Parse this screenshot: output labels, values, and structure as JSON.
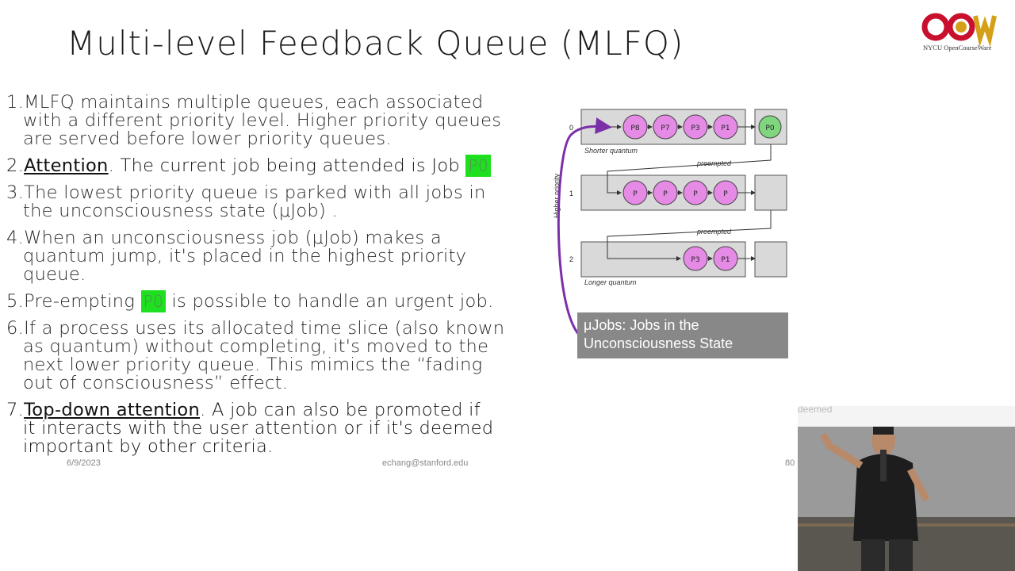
{
  "slide": {
    "title": "Multi-level Feedback Queue (MLFQ)",
    "logo_text": "NYCU OpenCourseWare",
    "points": [
      {
        "num": "1.",
        "line1": "MLFQ maintains multiple queues, each associated",
        "line2": "with a different priority level. Higher priority queues",
        "line3": "are served before lower priority queues."
      },
      {
        "num": "2.",
        "label": "Attention",
        "rest": ". The current job being attended is Job ",
        "badge": "P0"
      },
      {
        "num": "3.",
        "line1": "The lowest priority queue is parked with all jobs in",
        "line2": "the unconsciousness state (μJob) ."
      },
      {
        "num": "4.",
        "line1": "When an unconsciousness job (μJob) makes a",
        "line2": "quantum jump, it's placed in the highest priority",
        "line3": "queue."
      },
      {
        "num": "5.",
        "pre": "Pre-empting ",
        "badge": "P0",
        "post": " is possible to handle an urgent job."
      },
      {
        "num": "6.",
        "line1": "If a process uses its allocated time slice (also known",
        "line2": "as quantum) without completing, it's moved to the",
        "line3": "next lower priority queue. This mimics the “fading",
        "line4": "out of consciousness” effect."
      },
      {
        "num": "7.",
        "label": "Top-down attention",
        "rest": ". A job can also be promoted if",
        "line2": "it interacts with the user attention or if it's deemed",
        "line3": "important by other criteria."
      }
    ],
    "footer_date": "6/9/2023",
    "footer_email": "echang@stanford.edu",
    "footer_page": "80"
  },
  "diagram": {
    "y_axis_label": "Higher priority",
    "queues": [
      {
        "level": "0",
        "jobs": [
          "P8",
          "P7",
          "P3",
          "P1"
        ],
        "running": "P0",
        "note": "Shorter quantum"
      },
      {
        "level": "1",
        "jobs": [
          "P",
          "P",
          "P",
          "P"
        ],
        "running": "",
        "note": ""
      },
      {
        "level": "2",
        "jobs": [
          "P3",
          "P1"
        ],
        "running": "",
        "note": "Longer quantum"
      }
    ],
    "preempted_1": "preempted",
    "preempted_2": "preempted",
    "caption_mu": "μJobs",
    "caption_rest": ": Jobs in the",
    "caption_line2": "Unconsciousness State"
  },
  "video": {
    "watermark": "deemed"
  },
  "colors": {
    "job_fill": "#e58ae5",
    "running_fill": "#7fd67f",
    "arrow": "#7b2fa8",
    "badge": "#1fe01f"
  }
}
